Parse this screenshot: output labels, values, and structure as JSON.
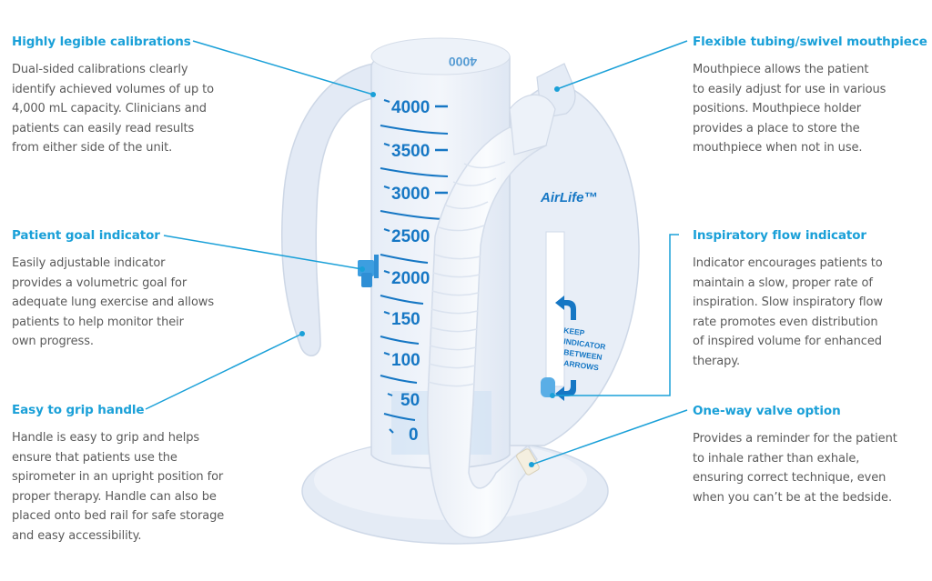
{
  "accent_color": "#1aa0d8",
  "body_text_color": "#5a5a5a",
  "left_callouts": [
    {
      "title": "Highly legible calibrations",
      "lines": [
        "Dual-sided calibrations clearly",
        "identify achieved volumes of up to",
        "4,000 mL capacity. Clinicians and",
        "patients can easily read results",
        "from either side of the unit."
      ]
    },
    {
      "title": "Patient goal indicator",
      "lines": [
        "Easily adjustable indicator",
        "provides a volumetric goal for",
        "adequate lung exercise and allows",
        "patients to help monitor their",
        "own progress."
      ]
    },
    {
      "title": "Easy to grip handle",
      "lines": [
        "Handle is easy to grip and helps",
        "ensure that patients use the",
        "spirometer in an upright position for",
        "proper therapy. Handle can also be",
        "placed onto bed rail for safe storage",
        "and easy accessibility."
      ]
    }
  ],
  "right_callouts": [
    {
      "title": "Flexible tubing/swivel mouthpiece",
      "lines": [
        "Mouthpiece allows the patient",
        "to easily adjust for use in various",
        "positions. Mouthpiece holder",
        "provides a place to store the",
        "mouthpiece when not in use."
      ]
    },
    {
      "title": "Inspiratory flow indicator",
      "lines": [
        "Indicator encourages patients to",
        "maintain a slow, proper rate of",
        "inspiration. Slow inspiratory flow",
        "rate promotes even distribution",
        "of inspired volume for enhanced",
        "therapy."
      ]
    },
    {
      "title": "One-way valve option",
      "lines": [
        "Provides a reminder for the patient",
        "to inhale rather than exhale,",
        "ensuring correct technique, even",
        "when you can’t be at the bedside."
      ]
    }
  ],
  "device": {
    "brand": "AirLife™",
    "scale_labels": [
      "4000",
      "3500",
      "3000",
      "2500",
      "2000",
      "150",
      "100",
      "50",
      "0"
    ],
    "mirrored_top_label": "4000",
    "flow_window_text": [
      "KEEP",
      "INDICATOR",
      "BETWEEN",
      "ARROWS"
    ]
  }
}
